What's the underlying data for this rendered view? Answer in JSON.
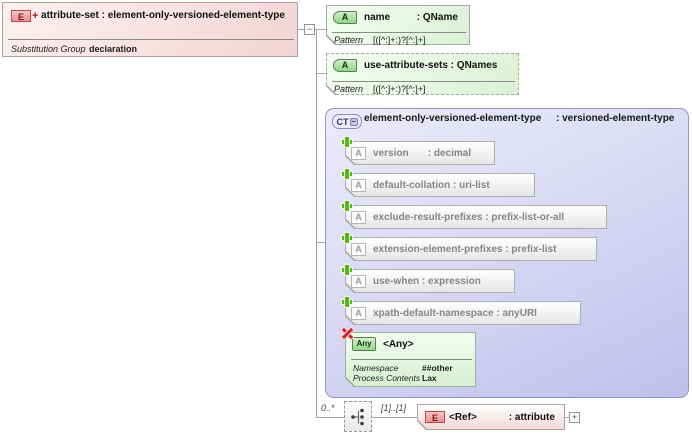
{
  "root_element": {
    "icon_text": "E",
    "icon_plus": "+",
    "name": "attribute-set",
    "type": "element-only-versioned-element-type",
    "substitution_group_label": "Substitution Group",
    "substitution_group_value": "declaration"
  },
  "attributes": [
    {
      "icon_text": "A",
      "name": "name",
      "type": "QName",
      "pattern_label": "Pattern",
      "pattern_value": "[([^:]+:)?[^:]+]",
      "optional": false
    },
    {
      "icon_text": "A",
      "name": "use-attribute-sets",
      "type": "QNames",
      "pattern_label": "Pattern",
      "pattern_value": "[([^:]+:)?[^:]+]",
      "optional": true
    }
  ],
  "complex_type": {
    "icon_text": "CT",
    "icon_minus": "−",
    "name": "element-only-versioned-element-type",
    "type": "versioned-element-type",
    "attributes": [
      {
        "icon_text": "A",
        "name": "version",
        "type": "decimal"
      },
      {
        "icon_text": "A",
        "name": "default-collation",
        "type": "uri-list"
      },
      {
        "icon_text": "A",
        "name": "exclude-result-prefixes",
        "type": "prefix-list-or-all"
      },
      {
        "icon_text": "A",
        "name": "extension-element-prefixes",
        "type": "prefix-list"
      },
      {
        "icon_text": "A",
        "name": "use-when",
        "type": "expression"
      },
      {
        "icon_text": "A",
        "name": "xpath-default-namespace",
        "type": "anyURI"
      }
    ],
    "any": {
      "icon_text": "Any",
      "title": "<Any>",
      "namespace_label": "Namespace",
      "namespace_value": "##other",
      "process_contents_label": "Process Contents",
      "process_contents_value": "Lax"
    }
  },
  "content_model": {
    "cardinality": "0..*",
    "occurrence": "[1]..[1]",
    "ref_element": {
      "icon_text": "E",
      "name": "<Ref>",
      "type": "attribute"
    }
  },
  "connectors": {
    "collapse_glyph": "−",
    "expand_glyph": "+"
  },
  "colors": {
    "element_fill": "#f3d4d4",
    "attribute_fill": "#d9f2d3",
    "complex_type_fill": "#c9c9ee",
    "any_fill": "#d7f1d1",
    "extension_plus_green": "#5cb41c",
    "prohibit_red": "#cd2525",
    "connector_gray": "#a5a5a5"
  }
}
